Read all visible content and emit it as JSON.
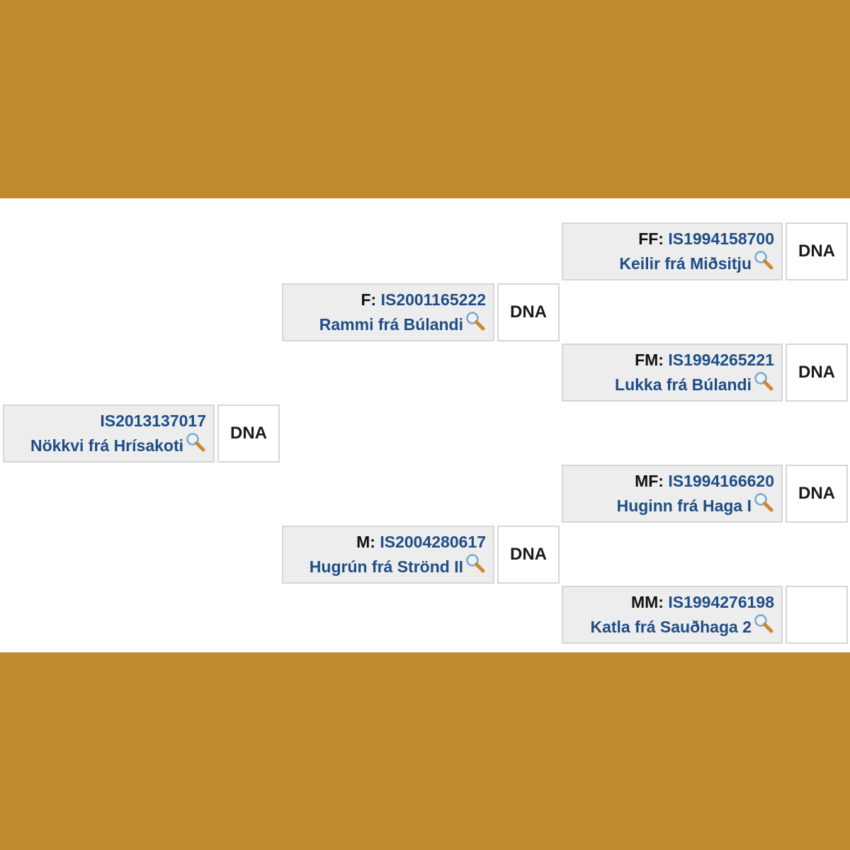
{
  "colors": {
    "band": "#bd8b2d",
    "card_bg": "#ededed",
    "link": "#1f4d86"
  },
  "subject": {
    "role": "",
    "reg": "IS2013137017",
    "name": "Nökkvi frá Hrísakoti",
    "dna": "DNA",
    "icon": "magnifier-icon"
  },
  "sire": {
    "role": "F:",
    "reg": "IS2001165222",
    "name": "Rammi frá Búlandi",
    "dna": "DNA",
    "icon": "magnifier-icon"
  },
  "dam": {
    "role": "M:",
    "reg": "IS2004280617",
    "name": "Hugrún frá Strönd II",
    "dna": "DNA",
    "icon": "magnifier-icon"
  },
  "ff": {
    "role": "FF:",
    "reg": "IS1994158700",
    "name": "Keilir frá Miðsitju",
    "dna": "DNA",
    "icon": "magnifier-icon"
  },
  "fm": {
    "role": "FM:",
    "reg": "IS1994265221",
    "name": "Lukka frá Búlandi",
    "dna": "DNA",
    "icon": "magnifier-icon"
  },
  "mf": {
    "role": "MF:",
    "reg": "IS1994166620",
    "name": "Huginn frá Haga I",
    "dna": "DNA",
    "icon": "magnifier-icon"
  },
  "mm": {
    "role": "MM:",
    "reg": "IS1994276198",
    "name": "Katla frá Sauðhaga 2",
    "dna": "",
    "icon": "magnifier-icon"
  }
}
